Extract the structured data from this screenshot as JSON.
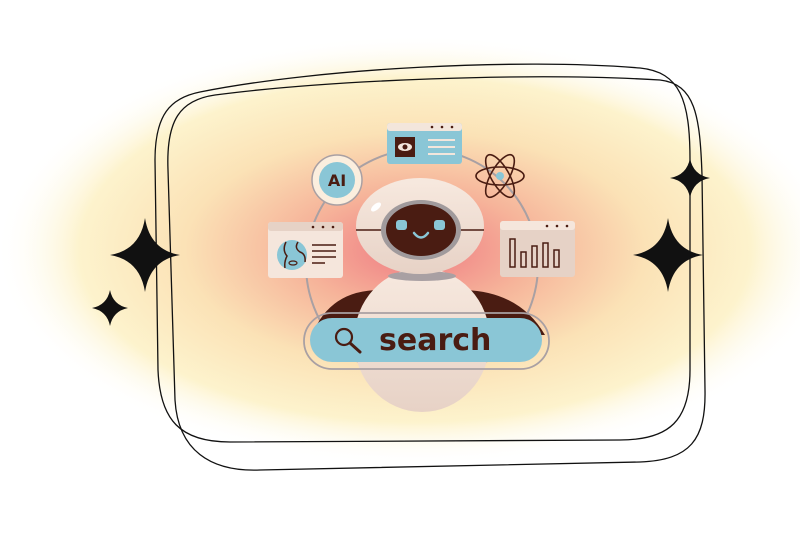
{
  "illustration": {
    "ai_badge_label": "AI",
    "search_bar_label": "search"
  },
  "colors": {
    "accent_blue": "#8ac6d6",
    "dark_brown": "#4a1c12",
    "cream": "#f5e6dc",
    "glow_center": "#f07f85",
    "glow_outer": "#fdf4cc"
  },
  "icons": [
    "sparkle-icon",
    "eye-icon",
    "atom-icon",
    "globe-icon",
    "bar-chart-icon",
    "search-icon",
    "robot-illustration"
  ]
}
